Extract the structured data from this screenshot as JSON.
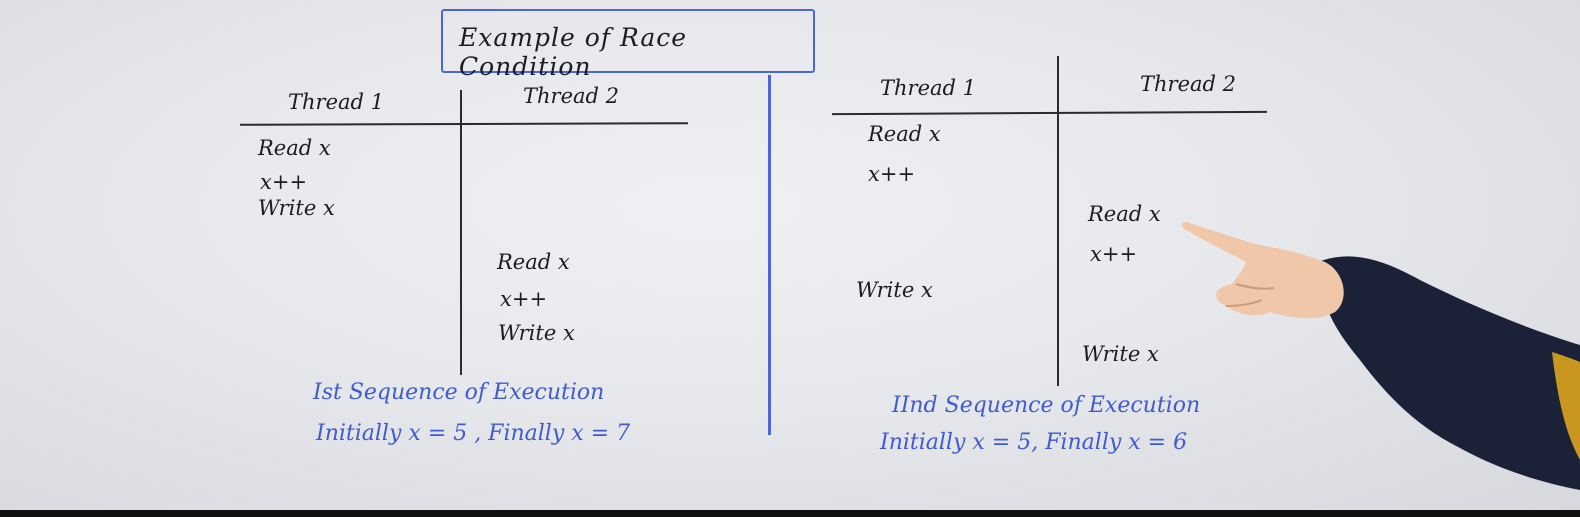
{
  "title": "Example of Race Condition",
  "left_table": {
    "thread1_header": "Thread 1",
    "thread2_header": "Thread 2",
    "thread1_steps": [
      "Read x",
      "x++",
      "Write x"
    ],
    "thread2_steps": [
      "Read x",
      "x++",
      "Write x"
    ],
    "caption_line1": "Ist Sequence of Execution",
    "caption_line2": "Initially x = 5 , Finally x = 7"
  },
  "right_table": {
    "thread1_header": "Thread 1",
    "thread2_header": "Thread 2",
    "thread1_steps": [
      "Read x",
      "x++",
      "Write x"
    ],
    "thread2_steps": [
      "Read x",
      "x++",
      "Write x"
    ],
    "caption_line1": "IInd Sequence of Execution",
    "caption_line2": "Initially x = 5, Finally x = 6"
  },
  "colors": {
    "board": "#e6e8ec",
    "ink_black": "#1d1d1f",
    "ink_blue": "#3f5bd0",
    "sleeve": "#1b2238",
    "skin": "#f0c7a8"
  }
}
